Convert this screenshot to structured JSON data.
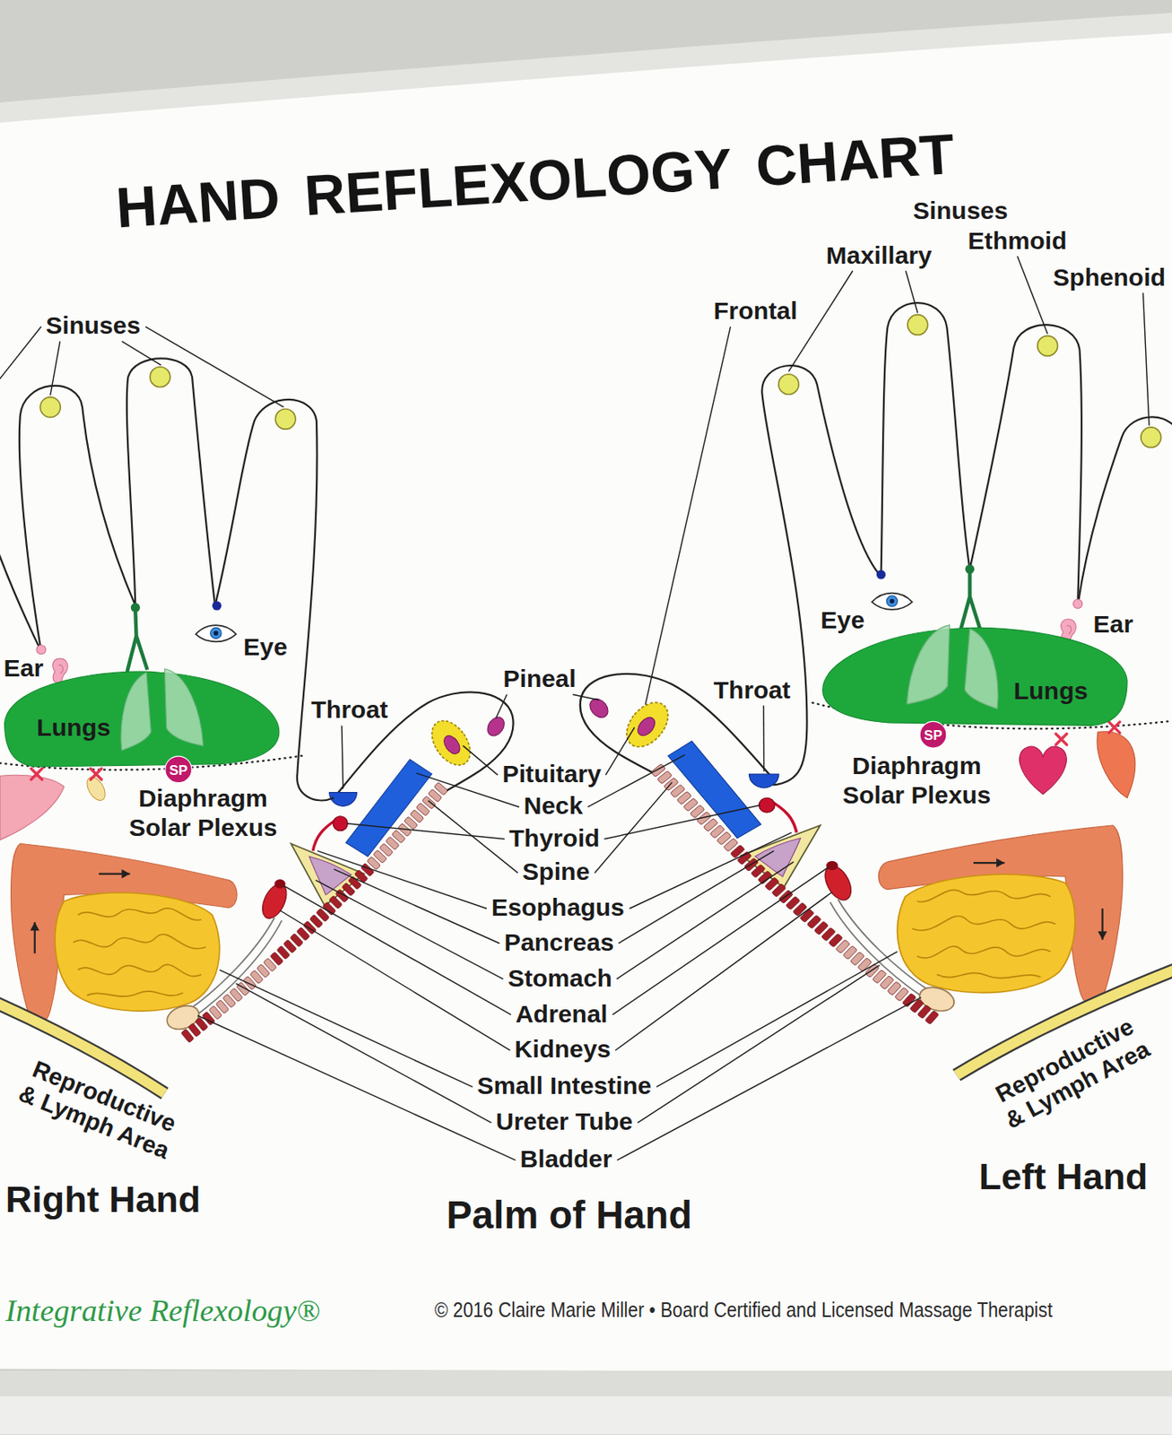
{
  "diagram": {
    "title": "HAND REFLEXOLOGY CHART",
    "nodes": [
      {
        "text": [
          "Lungs"
        ]
      },
      {
        "text": [
          "SP"
        ]
      },
      {
        "text": [
          "Lungs"
        ]
      },
      {
        "text": [
          "SP"
        ]
      }
    ],
    "labels": [
      "Sinuses",
      "Maxillary",
      "Ethmoid",
      "Sphenoid",
      "Frontal",
      "Sinuses",
      "Eye",
      "Ear",
      "Ear",
      "Eye",
      "Pineal",
      "Throat",
      "Throat",
      "Diaphragm Solar Plexus",
      "Diaphragm Solar Plexus",
      "Pituitary",
      "Neck",
      "Thyroid",
      "Spine",
      "Esophagus",
      "Pancreas",
      "Stomach",
      "Adrenal",
      "Kidneys",
      "Small Intestine",
      "Ureter Tube",
      "Bladder",
      "Reproductive & Lymph Area",
      "Reproductive & Lymph Area",
      "Right Hand",
      "Palm of Hand",
      "Left Hand",
      "Integrative Reflexology®",
      "© 2016 Claire Marie Miller • Board Certified and Licensed Massage Therapist"
    ]
  }
}
